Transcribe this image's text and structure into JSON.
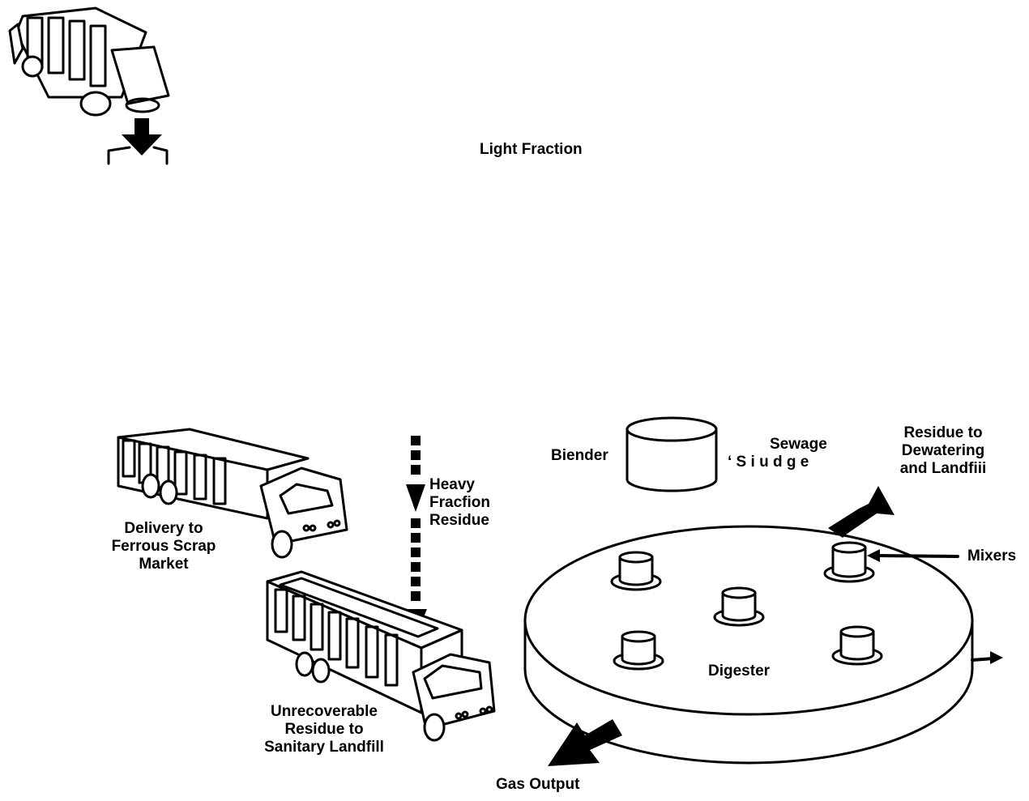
{
  "labels": {
    "light_fraction": "Light Fraction",
    "heavy_fraction_residue": [
      "Heavy",
      "Fracfion",
      "Residue"
    ],
    "delivery_ferrous": [
      "Delivery to",
      "Ferrous Scrap",
      "Market"
    ],
    "unrecoverable_residue": [
      "Unrecoverable",
      "Residue to",
      "Sanitary Landfill"
    ],
    "blender": "Biender",
    "sewage": "Sewage",
    "sludge": "‘ S i u d g e",
    "residue_dewatering": [
      "Residue to",
      "Dewatering",
      "and Landfiii"
    ],
    "mixers": "Mixers",
    "digester": "Digester",
    "gas_output": "Gas Output"
  },
  "colors": {
    "ink": "#000000",
    "paper": "#ffffff"
  }
}
